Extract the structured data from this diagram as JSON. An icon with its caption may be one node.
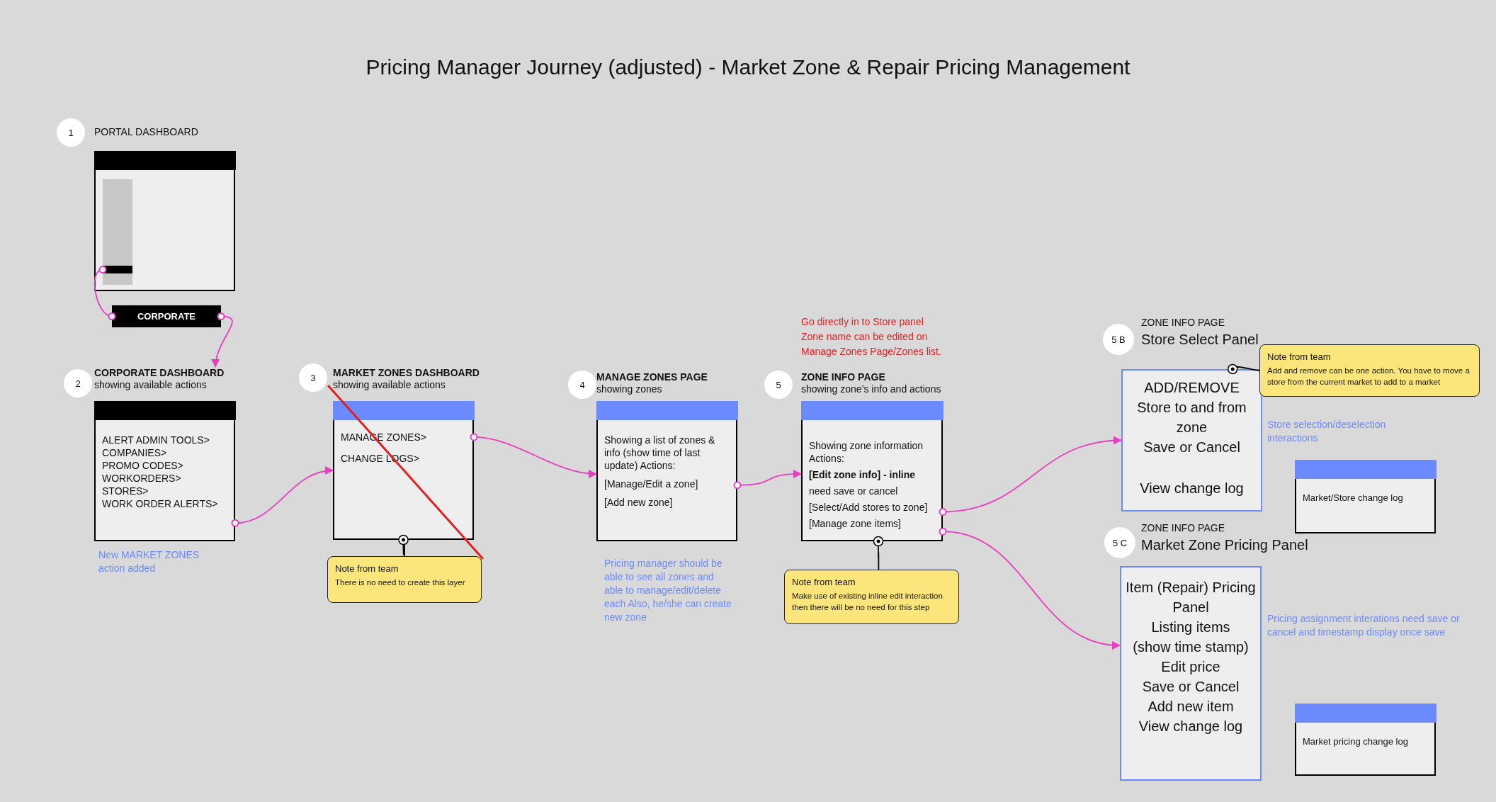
{
  "diagram": {
    "title": "Pricing Manager Journey (adjusted) - Market Zone & Repair Pricing Management",
    "nodes": [
      {
        "text": [
          "1"
        ]
      },
      {
        "text": [
          "PORTAL DASHBOARD"
        ]
      },
      {
        "text": [],
        "shape": "bar",
        "in": 1
      },
      {
        "text": [
          "CORPORATE"
        ]
      },
      {
        "text": [
          "2"
        ]
      },
      {
        "text": [
          "CORPORATE DASHBOARD",
          "showing available actions",
          "ALERT ADMIN TOOLS>",
          "COMPANIES>",
          "PROMO CODES>",
          "WORKORDERS>",
          "STORES>",
          "WORK ORDER ALERTS>"
        ]
      },
      {
        "text": [
          "3"
        ]
      },
      {
        "text": [
          "MARKET ZONES DASHBOARD",
          "showing available actions",
          "MANAGE ZONES>",
          "CHANGE LOGS>"
        ]
      },
      {
        "text": [
          "Note from team",
          "There is no need to create this layer"
        ]
      },
      {
        "text": [
          "4"
        ]
      },
      {
        "text": [
          "MANAGE ZONES PAGE",
          "showing zones",
          "Showing a list of zones & info (show time of last update) Actions:",
          "[Manage/Edit a zone]",
          "[Add new zone]"
        ]
      },
      {
        "text": [
          "5"
        ]
      },
      {
        "text": [
          "ZONE INFO PAGE",
          "showing zone’s info and actions",
          "Showing zone information Actions:",
          "[Edit zone info] - inline",
          "need save or cancel",
          "[Select/Add stores to zone]",
          "[Manage zone items]"
        ]
      },
      {
        "text": [
          "Note from team",
          "Make use of existing inline edit interaction then there will be no need for this step"
        ]
      },
      {
        "text": [
          "5 B"
        ]
      },
      {
        "text": [
          "ZONE INFO PAGE",
          "Store Select Panel",
          "ADD/REMOVE",
          "Store to and from zone",
          "Save or Cancel",
          "View change log"
        ],
        "beside": [
          "Store selection/deselection interactions"
        ]
      },
      {
        "text": [
          "Note from team",
          "Add and remove can be one action. You have to move a store from the current market to add to a market"
        ]
      },
      {
        "text": [
          "Market/Store change log"
        ]
      },
      {
        "text": [
          "5 C"
        ]
      },
      {
        "text": [
          "ZONE INFO PAGE",
          "Market Zone Pricing Panel",
          "Item (Repair) Pricing Panel",
          "Listing items",
          "(show time stamp)",
          "Edit price",
          "Save or Cancel",
          "Add new item",
          "View change log"
        ],
        "beside": [
          "Pricing assignment interations need save or cancel and timestamp display once save"
        ]
      },
      {
        "text": [
          "Market pricing change log"
        ]
      }
    ],
    "edges": [
      {
        "from": 2,
        "to": 3,
        "arrow": "other"
      },
      {
        "from": 3,
        "to": 5,
        "arrow": "to"
      },
      {
        "from": 5,
        "to": 7,
        "arrow": "to"
      },
      {
        "from": 7,
        "to": 10,
        "arrow": "to"
      },
      {
        "from": 10,
        "to": 12,
        "arrow": "to"
      },
      {
        "from": 12,
        "to": 15,
        "arrow": "to"
      },
      {
        "from": 12,
        "to": 19,
        "arrow": "to"
      },
      {
        "from": 8,
        "to": 7,
        "arrow": "other",
        "color": "#000000"
      },
      {
        "from": 13,
        "to": 12,
        "arrow": "other",
        "color": "#000000"
      },
      {
        "from": 16,
        "to": 15,
        "arrow": "other",
        "color": "#000000"
      }
    ],
    "labels": [
      "New MARKET ZONES action added",
      "Go directly in to Store panel Zone name can be edited on Manage Zones Page/Zones list.",
      "Pricing manager should be able to see all zones and able to manage/edit/delete each Also, he/she can create new zone"
    ]
  }
}
